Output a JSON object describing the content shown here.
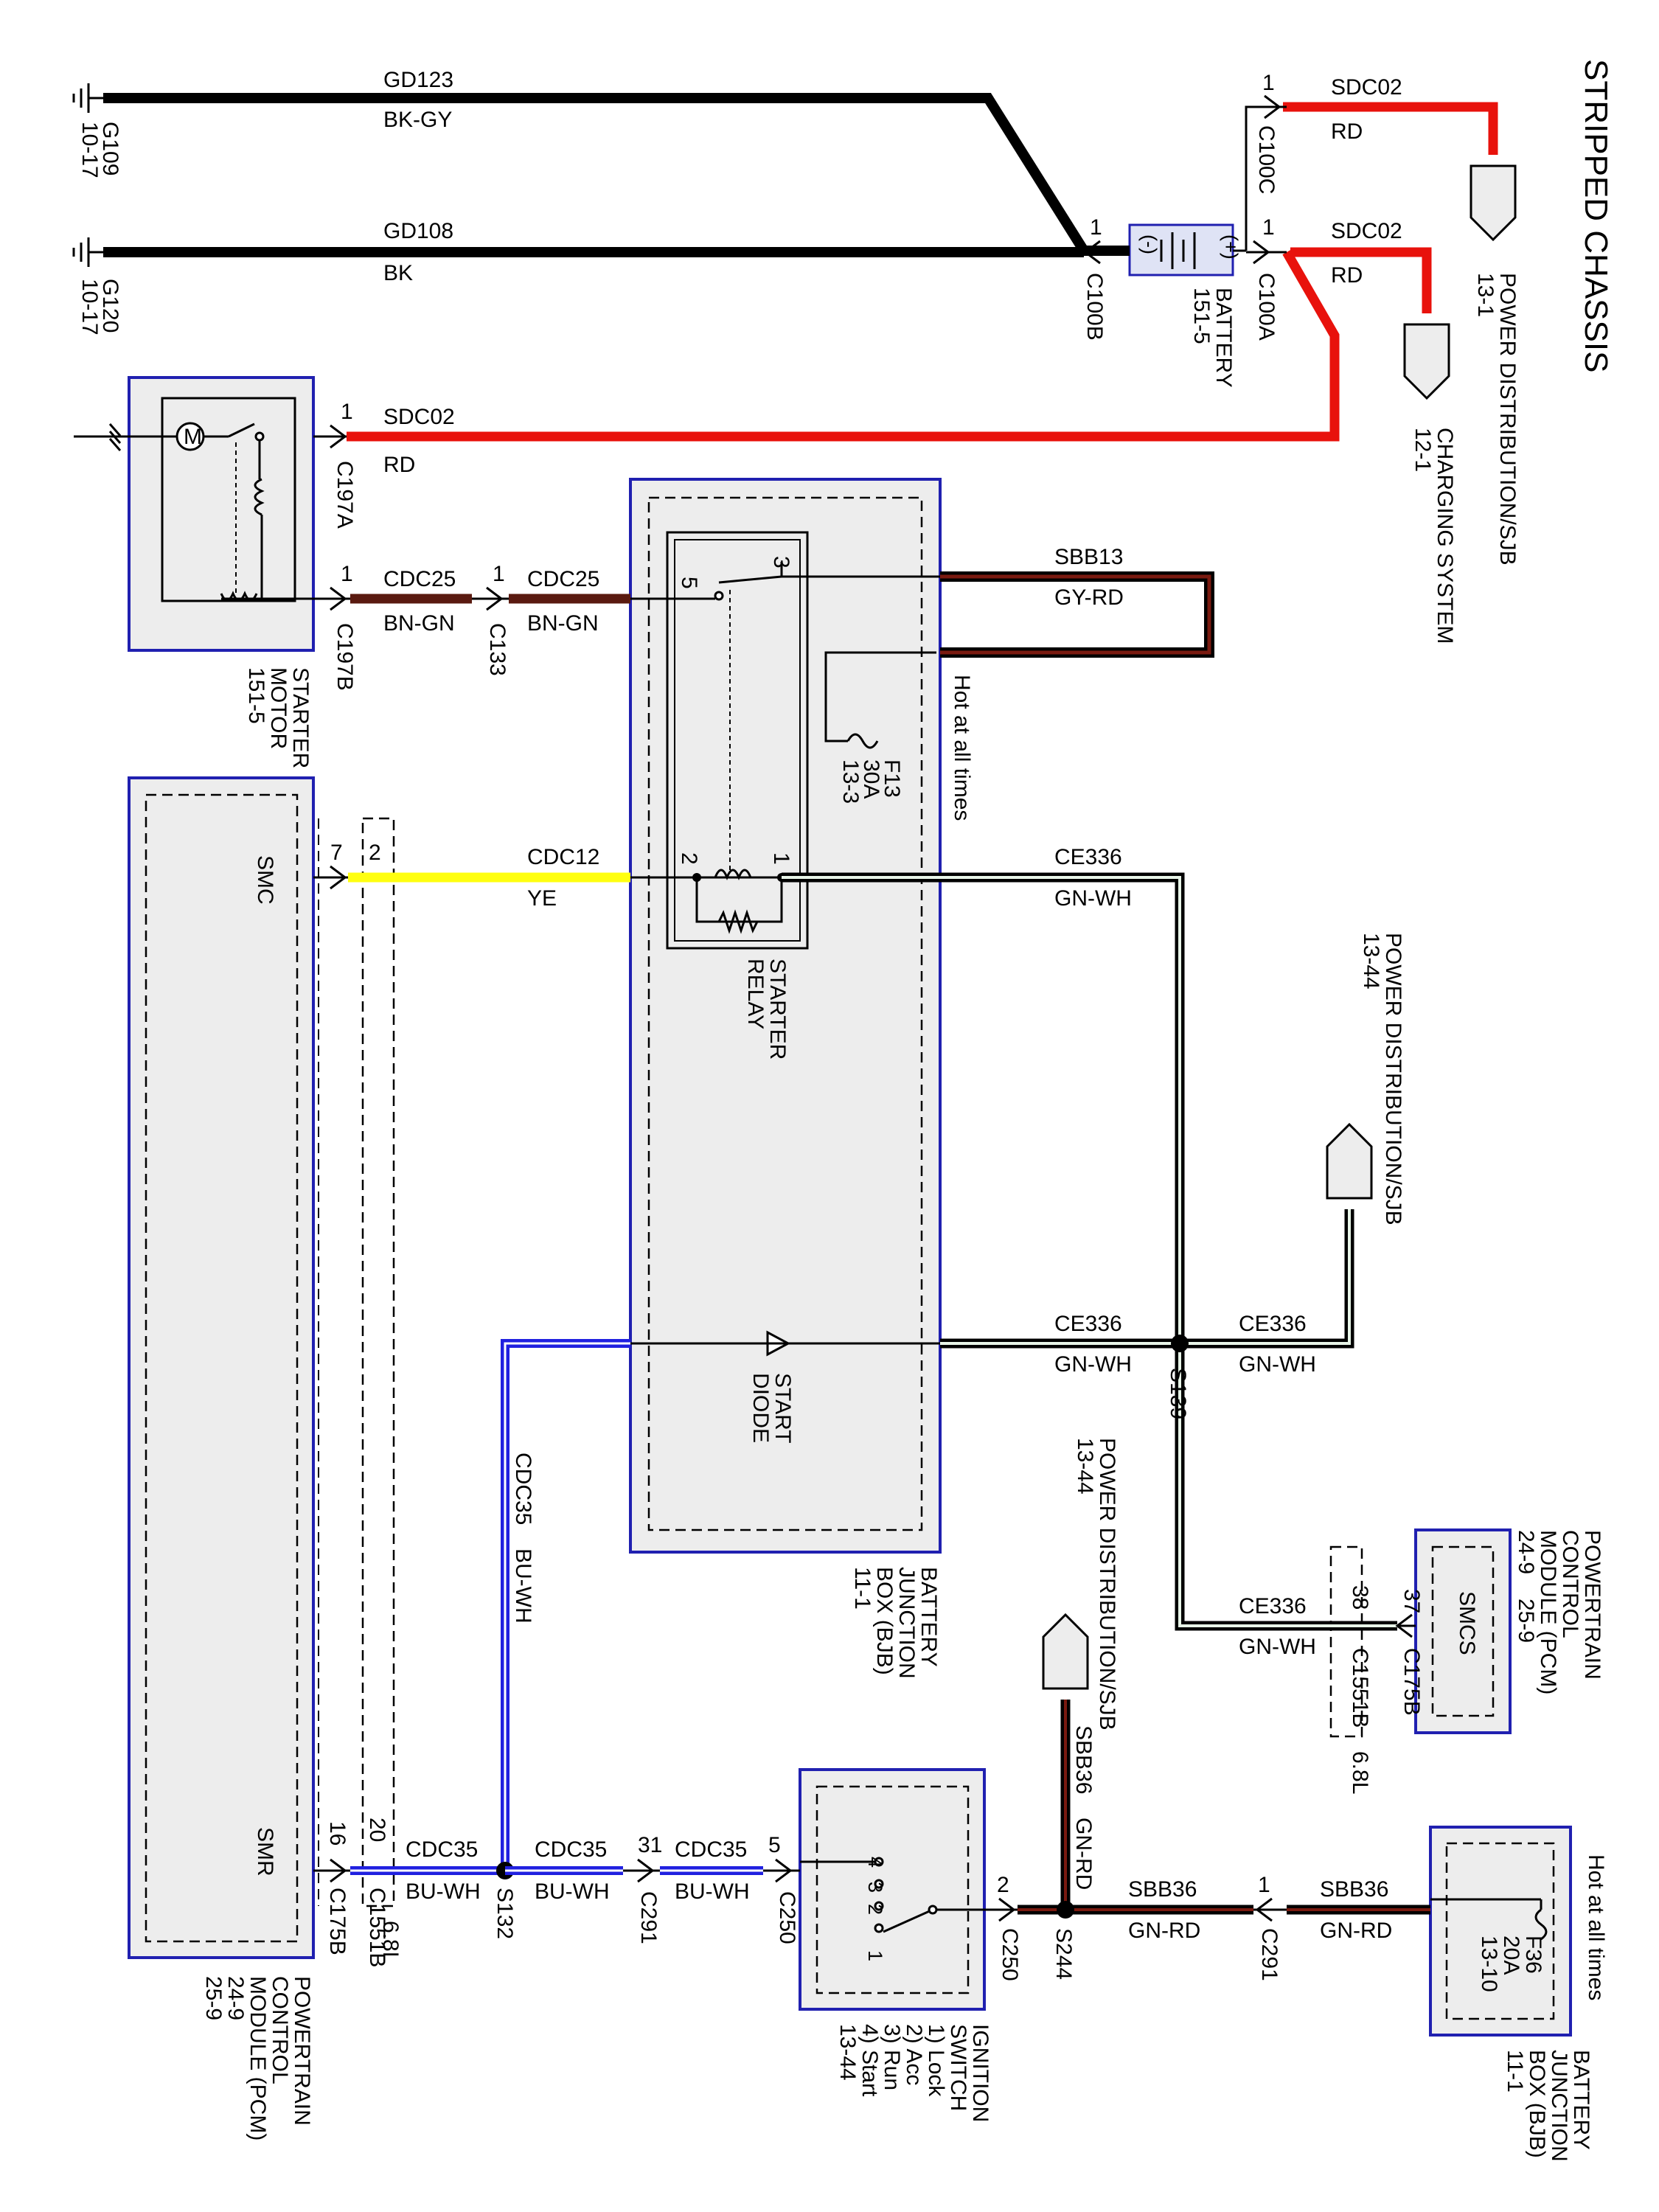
{
  "title": "STRIPPED CHASSIS",
  "colors": {
    "black": "#000000",
    "red": "#e8120c",
    "yellow": "#ffff10",
    "blue": "#2020e0",
    "brown": "#5a1a10",
    "gray_red": "#6a1410",
    "box_border": "#2020b0",
    "box_fill": "#ededed"
  },
  "grounds": [
    {
      "id": "G109",
      "ref": "10-17"
    },
    {
      "id": "G120",
      "ref": "10-17"
    }
  ],
  "wires": {
    "gd123": {
      "circuit": "GD123",
      "color": "BK-GY"
    },
    "gd108": {
      "circuit": "GD108",
      "color": "BK"
    },
    "sdc02_pd": {
      "circuit": "SDC02",
      "color": "RD"
    },
    "sdc02_cs": {
      "circuit": "SDC02",
      "color": "RD"
    },
    "sdc02_sm": {
      "circuit": "SDC02",
      "color": "RD"
    },
    "cdc25_a": {
      "circuit": "CDC25",
      "color": "BN-GN"
    },
    "cdc25_b": {
      "circuit": "CDC25",
      "color": "BN-GN"
    },
    "sbb13": {
      "circuit": "SBB13",
      "color": "GY-RD"
    },
    "cdc12": {
      "circuit": "CDC12",
      "color": "YE"
    },
    "ce336_relay": {
      "circuit": "CE336",
      "color": "GN-WH"
    },
    "ce336_diode": {
      "circuit": "CE336",
      "color": "GN-WH"
    },
    "ce336_pd": {
      "circuit": "CE336",
      "color": "GN-WH"
    },
    "ce336_pcm": {
      "circuit": "CE336",
      "color": "GN-WH"
    },
    "cdc35_vert": {
      "circuit": "CDC35",
      "color": "BU-WH"
    },
    "cdc35_a": {
      "circuit": "CDC35",
      "color": "BU-WH"
    },
    "cdc35_b": {
      "circuit": "CDC35",
      "color": "BU-WH"
    },
    "cdc35_c": {
      "circuit": "CDC35",
      "color": "BU-WH"
    },
    "sbb36_vert": {
      "circuit": "SBB36",
      "color": "GN-RD"
    },
    "sbb36_a": {
      "circuit": "SBB36",
      "color": "GN-RD"
    },
    "sbb36_b": {
      "circuit": "SBB36",
      "color": "GN-RD"
    }
  },
  "connectors": {
    "c100c": {
      "name": "C100C",
      "pin": "1"
    },
    "c100a": {
      "name": "C100A",
      "pin": "1"
    },
    "c100b": {
      "name": "C100B",
      "pin": "1"
    },
    "c197a": {
      "name": "C197A",
      "pin": "1"
    },
    "c197b": {
      "name": "C197B",
      "pin": "1"
    },
    "c133": {
      "name": "C133",
      "pin": "1"
    },
    "c175b_top": {
      "name": "C175B",
      "pin": "7"
    },
    "c1551b_top": {
      "name": "C1551B",
      "pin": "2"
    },
    "c175b_pcm": {
      "name": "C175B",
      "pin": "37"
    },
    "c1551b_pcm": {
      "name": "C1551B",
      "pin": "38"
    },
    "c175b_bot": {
      "name": "C175B",
      "pin": "16"
    },
    "c1551b_bot": {
      "name": "C1551B",
      "pin": "20"
    },
    "c291_a": {
      "name": "C291",
      "pin": "31"
    },
    "c250_a": {
      "name": "C250",
      "pin": "5"
    },
    "c250_b": {
      "name": "C250",
      "pin": "2"
    },
    "c291_b": {
      "name": "C291",
      "pin": "1"
    }
  },
  "splices": [
    "S139",
    "S132",
    "S244"
  ],
  "engine_tag": "6.8L",
  "components": {
    "battery": {
      "name": "BATTERY",
      "ref": "151-5",
      "plus": "(+)",
      "minus": "(-)"
    },
    "starter_motor": {
      "name": "STARTER",
      "name2": "MOTOR",
      "ref": "151-5"
    },
    "starter_relay": {
      "name": "STARTER",
      "name2": "RELAY",
      "pin_top_a": "3",
      "pin_top_b": "5",
      "pin_coil_a": "1",
      "pin_coil_b": "2"
    },
    "start_diode": {
      "name": "START",
      "name2": "DIODE"
    },
    "bjb_main": {
      "l1": "BATTERY",
      "l2": "JUNCTION",
      "l3": "BOX (BJB)",
      "ref": "11-1"
    },
    "bjb_f36": {
      "l1": "BATTERY",
      "l2": "JUNCTION",
      "l3": "BOX (BJB)",
      "ref": "11-1"
    },
    "fuse_f13": {
      "name": "F13",
      "rating": "30A",
      "ref": "13-3"
    },
    "fuse_f36": {
      "name": "F36",
      "rating": "20A",
      "ref": "13-10"
    },
    "hot_all_times_1": "Hot at all times",
    "hot_all_times_2": "Hot at all times",
    "pcm_left": {
      "l1": "POWERTRAIN",
      "l2": "CONTROL",
      "l3": "MODULE (PCM)",
      "r1": "24-9",
      "r2": "25-9",
      "pin_smc": "SMC",
      "pin_smr": "SMR"
    },
    "pcm_right": {
      "l1": "POWERTRAIN",
      "l2": "CONTROL",
      "l3": "MODULE (PCM)",
      "r1": "24-9",
      "r2": "25-9",
      "pin": "SMCS"
    },
    "ignition_switch": {
      "l1": "IGNITION",
      "l2": "SWITCH",
      "p1": "1) Lock",
      "p2": "2) Acc",
      "p3": "3) Run",
      "p4": "4) Start",
      "ref": "13-44",
      "n1": "1",
      "n2": "2",
      "n3": "3",
      "n4": "4"
    },
    "pd_sjb_1": {
      "name": "POWER DISTRIBUTION/SJB",
      "ref": "13-1"
    },
    "charging": {
      "name": "CHARGING SYSTEM",
      "ref": "12-1"
    },
    "pd_sjb_2": {
      "name": "POWER DISTRIBUTION/SJB",
      "ref": "13-44"
    },
    "pd_sjb_3": {
      "name": "POWER DISTRIBUTION/SJB",
      "ref": "13-44"
    }
  }
}
